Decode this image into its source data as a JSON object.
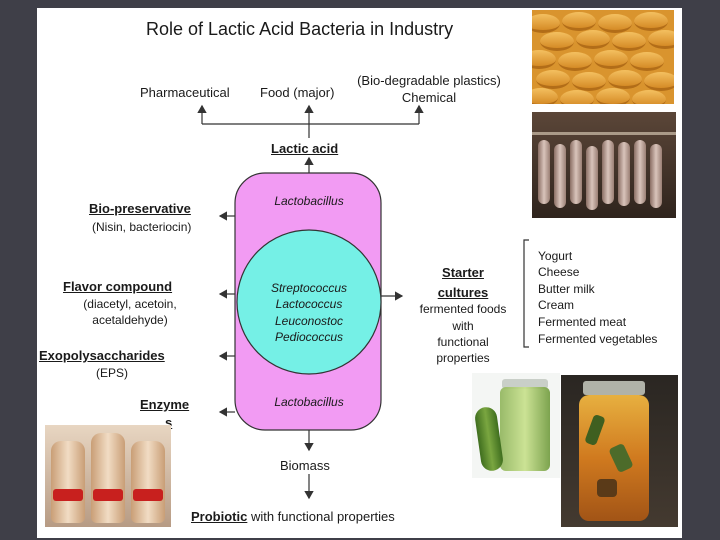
{
  "title": "Role of Lactic Acid Bacteria in Industry",
  "top_uses": {
    "pharmaceutical": "Pharmaceutical",
    "food": "Food (major)",
    "plastics": "(Bio-degradable plastics)",
    "chemical": "Chemical"
  },
  "lactic_acid": "Lactic acid",
  "cell": {
    "top_genus": "Lactobacillus",
    "bottom_genus": "Lactobacillus",
    "inner": [
      "Streptococcus",
      "Lactococcus",
      "Leuconostoc",
      "Pediococcus"
    ]
  },
  "left_products": {
    "biopreservative": "Bio-preservative",
    "biopreservative_sub": "(Nisin, bacteriocin)",
    "flavor": "Flavor compound",
    "flavor_sub1": "(diacetyl, acetoin,",
    "flavor_sub2": "acetaldehyde)",
    "eps": "Exopolysaccharides",
    "eps_sub": "(EPS)",
    "enzyme_a": "Enzyme",
    "enzyme_b": "s"
  },
  "starter": {
    "title1": "Starter",
    "title2": "cultures",
    "desc": [
      "fermented foods",
      "with",
      "functional",
      "properties"
    ]
  },
  "starter_list": [
    "Yogurt",
    "Cheese",
    "Butter milk",
    "Cream",
    "Fermented meat",
    "Fermented vegetables"
  ],
  "biomass": "Biomass",
  "probiotic": {
    "label": "Probiotic",
    "rest": " with functional properties"
  },
  "colors": {
    "cell_fill": "#f29bf3",
    "inner_fill": "#75f0e6",
    "slide_bg": "#3f3f48",
    "yakult_red": "#c8201e"
  },
  "icons": [
    "cheese-photo",
    "sausage-photo",
    "yakult-photo",
    "pickle-jar-photo",
    "fermented-vegetables-jar-photo"
  ]
}
